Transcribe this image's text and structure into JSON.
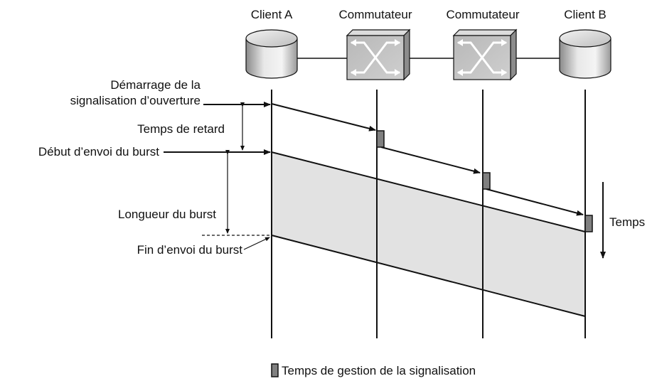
{
  "nodes": [
    {
      "label": "Client A",
      "kind": "client"
    },
    {
      "label": "Commutateur",
      "kind": "switch"
    },
    {
      "label": "Commutateur",
      "kind": "switch"
    },
    {
      "label": "Client B",
      "kind": "client"
    }
  ],
  "annotations": {
    "start_signaling_line1": "Démarrage de la",
    "start_signaling_line2": "signalisation d’ouverture",
    "delay": "Temps de retard",
    "burst_start": "Début d’envoi du burst",
    "burst_length": "Longueur du burst",
    "burst_end": "Fin d’envoi du burst",
    "time": "Temps"
  },
  "legend": {
    "label": "Temps de gestion de la signalisation"
  },
  "colors": {
    "burst_fill": "#e2e2e2",
    "processing_box": "#808080",
    "switch_body": "#c8c8c8",
    "client_body": "#d0d0d0"
  },
  "icons": {
    "client": "disk-cylinder-icon",
    "switch": "switch-arrows-icon"
  }
}
